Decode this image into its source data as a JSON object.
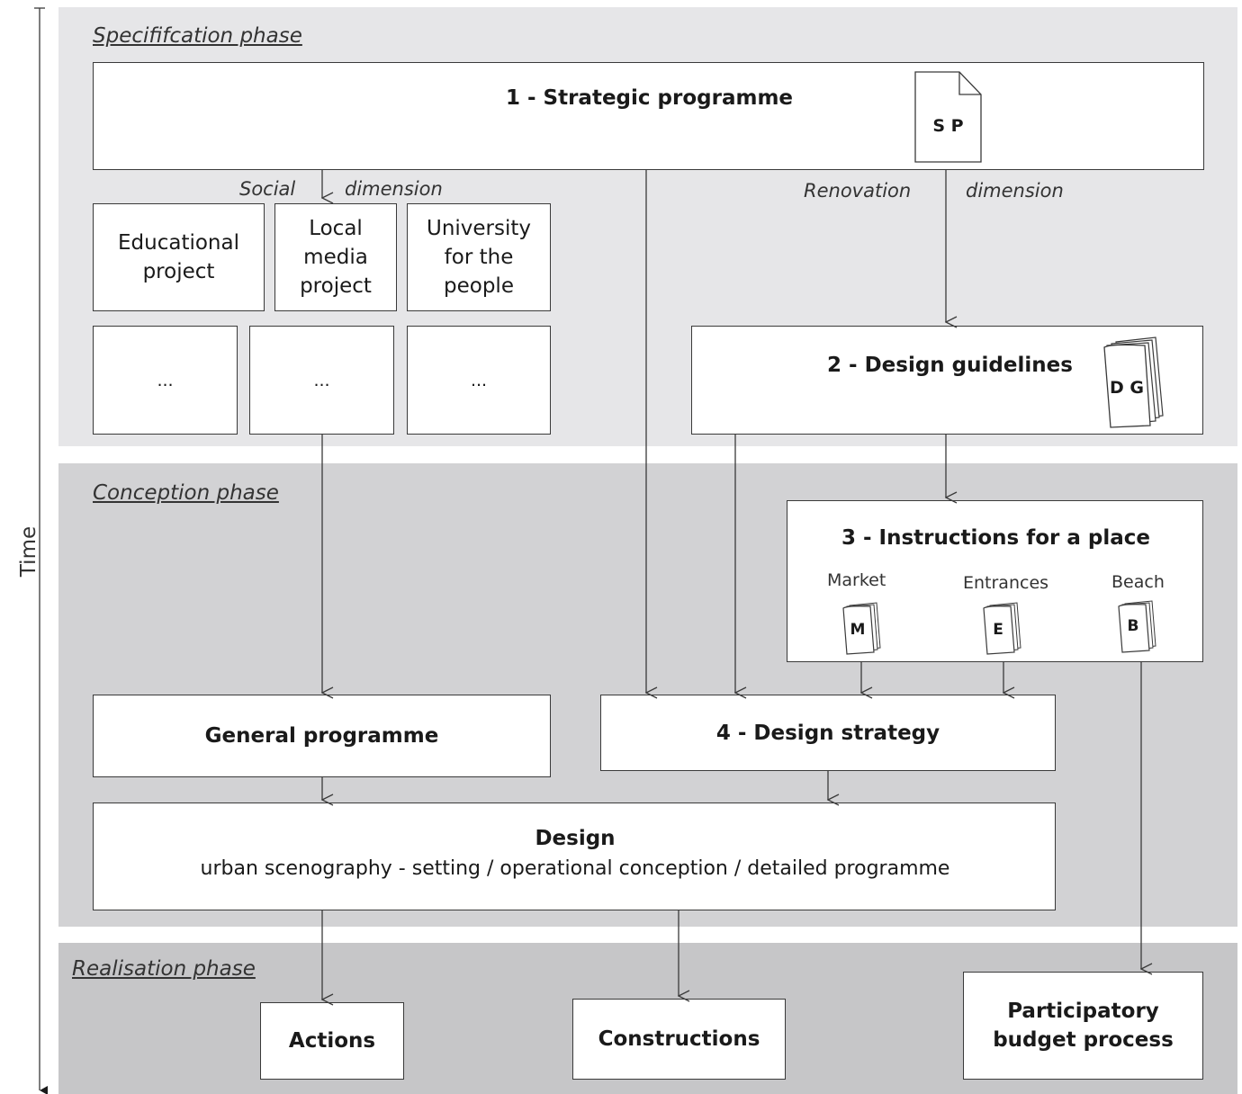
{
  "time_axis_label": "Time",
  "phases": {
    "specification": "Specififcation phase",
    "conception": "Conception phase",
    "realisation": "Realisation phase"
  },
  "boxes": {
    "strategic_programme": "1 - Strategic programme",
    "educational_project": "Educational project",
    "local_media_project": "Local media project",
    "university_people": "University for the people",
    "ellipsis": "...",
    "design_guidelines": "2 - Design guidelines",
    "instructions_place": "3 - Instructions for a place",
    "general_programme": "General programme",
    "design_strategy": "4 - Design strategy",
    "design_title": "Design",
    "design_subtitle": "urban scenography - setting / operational conception / detailed programme",
    "actions": "Actions",
    "constructions": "Constructions",
    "participatory_line1": "Participatory",
    "participatory_line2": "budget process"
  },
  "dimension_labels": {
    "social": "Social",
    "social_dimension": "dimension",
    "renovation": "Renovation",
    "renovation_dimension": "dimension"
  },
  "instruction_items": [
    {
      "name": "Market",
      "letter": "M"
    },
    {
      "name": "Entrances",
      "letter": "E"
    },
    {
      "name": "Beach",
      "letter": "B"
    }
  ],
  "doc_icons": {
    "sp": "S P",
    "dg": "D G"
  },
  "colors": {
    "specification_band": "#e6e6e8",
    "conception_band": "#d2d2d4",
    "realisation_band": "#c6c6c8",
    "box_border": "#3a3a3a"
  }
}
